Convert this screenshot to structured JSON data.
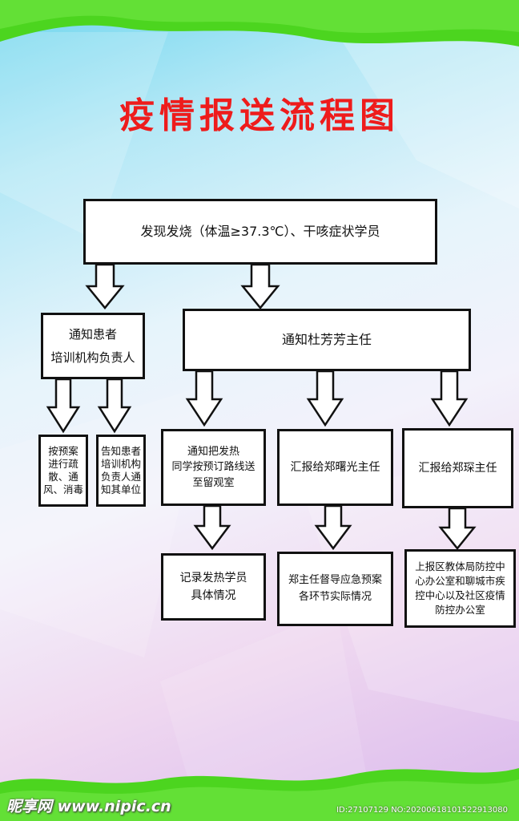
{
  "title": "疫情报送流程图",
  "nodes": {
    "top": "发现发烧（体温≥37.3℃）、干咳症状学员",
    "notify_patient": "通知患者\n培训机构负责人",
    "notify_director": "通知杜芳芳主任",
    "plan_evacuate": "按预案\n进行疏\n散、通\n风、消毒",
    "inform_unit": "告知患者\n培训机构\n负责人通\n知其单位",
    "send_to_observation": "通知把发热\n同学按预订路线送\n至留观室",
    "report_zheng": "汇报给郑曙光主任",
    "report_zheng_chen": "汇报给郑琛主任",
    "record_situation": "记录发热学员\n具体情况",
    "supervise_plan": "郑主任督导应急预案\n各环节实际情况",
    "report_upper": "上报区教体局防控中\n心办公室和聊城市疾\n控中心以及社区疫情\n防控办公室"
  },
  "watermark": {
    "logo": "昵享网 www.nipic.cn",
    "id": "ID:27107129 NO:20200618101522913080"
  }
}
